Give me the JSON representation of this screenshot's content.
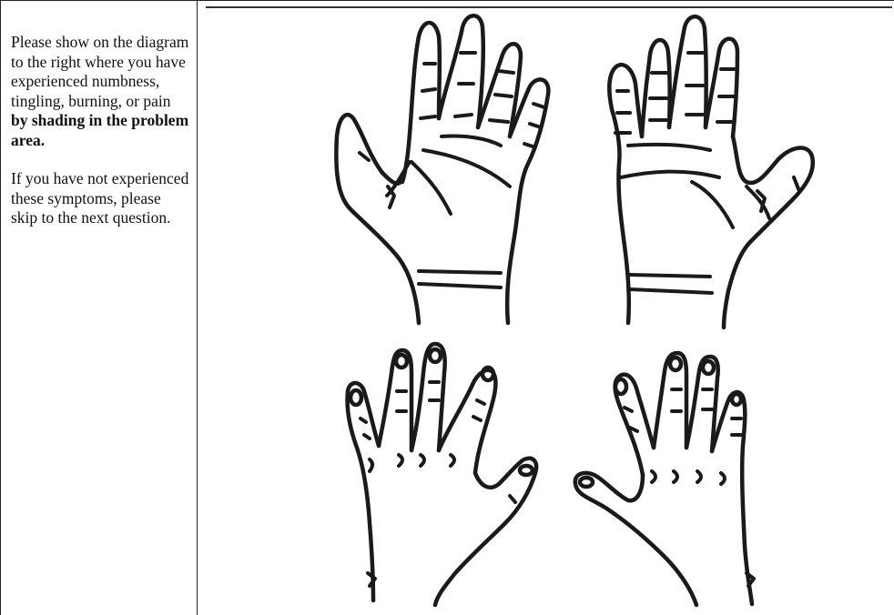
{
  "instructions": {
    "line1_plain": "Please show on the diagram to the right where you have experienced numbness, tingling, burning, or pain ",
    "line1_bold_by": "by",
    "line1_bold_rest": " shading in the problem area.",
    "line2": "If you have not experienced these symptoms, please skip to the next question."
  },
  "diagram": {
    "views": [
      "palm-left",
      "palm-right",
      "back-left",
      "back-right"
    ]
  }
}
